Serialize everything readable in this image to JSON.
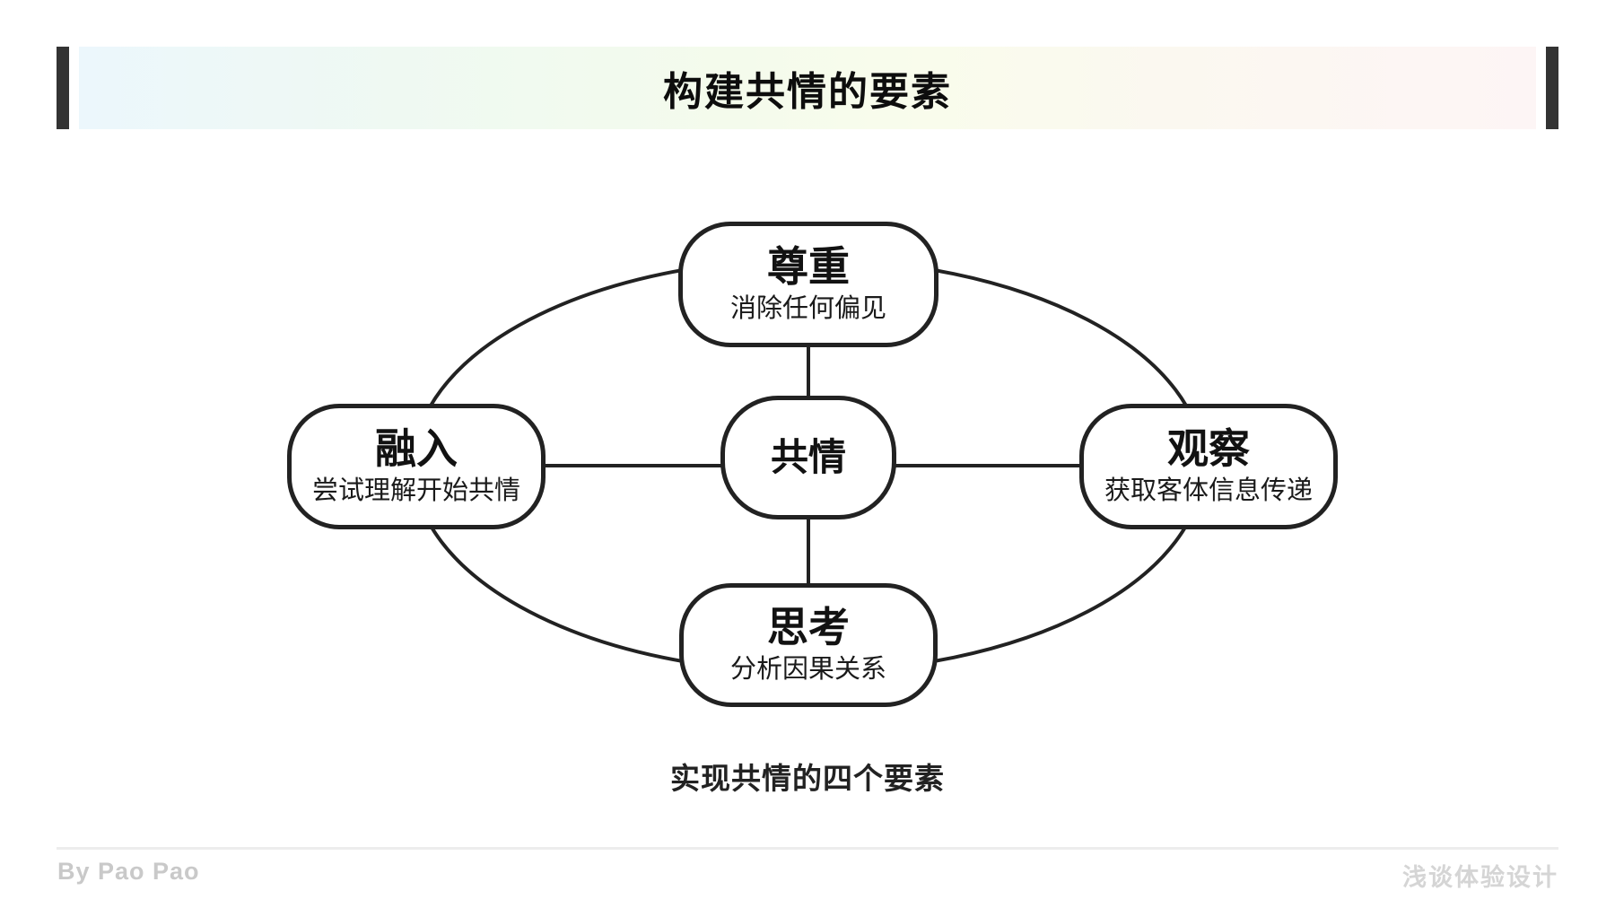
{
  "header": {
    "title": "构建共情的要素"
  },
  "diagram": {
    "center": {
      "title": "共情"
    },
    "nodes": [
      {
        "id": "top",
        "title": "尊重",
        "subtitle": "消除任何偏见"
      },
      {
        "id": "left",
        "title": "融入",
        "subtitle": "尝试理解开始共情"
      },
      {
        "id": "right",
        "title": "观察",
        "subtitle": "获取客体信息传递"
      },
      {
        "id": "bottom",
        "title": "思考",
        "subtitle": "分析因果关系"
      }
    ],
    "caption": "实现共情的四个要素"
  },
  "footer": {
    "author": "By Pao Pao",
    "brand": "浅谈体验设计"
  },
  "colors": {
    "line": "#222222",
    "node_border": "#222222",
    "header_bar": "#333333",
    "gradient_left": "#ecf7fc",
    "gradient_mid": "#f4fbec",
    "gradient_right": "#fdf5f5",
    "footer_text": "#c9c9c9",
    "divider": "#ededed"
  }
}
